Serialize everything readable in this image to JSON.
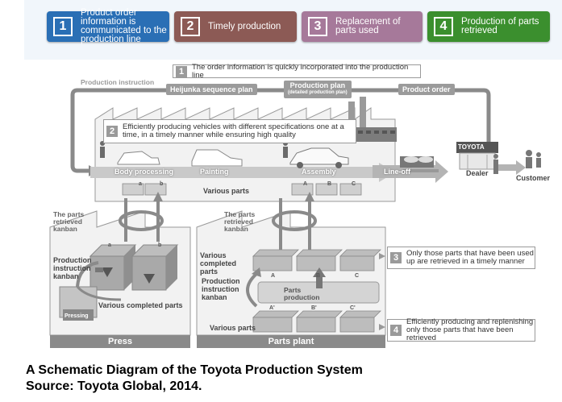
{
  "steps": [
    {
      "num": "1",
      "label": "Product order information is communicated to the production line"
    },
    {
      "num": "2",
      "label": "Timely production"
    },
    {
      "num": "3",
      "label": "Replacement of parts used"
    },
    {
      "num": "4",
      "label": "Production of parts retrieved"
    }
  ],
  "notes": {
    "n1": {
      "num": "1",
      "text": "The order information is quickly incorporated into the production line"
    },
    "n2": {
      "num": "2",
      "text": "Efficiently producing vehicles with different specifications one at a time, in a timely manner while ensuring high quality"
    },
    "n3": {
      "num": "3",
      "text": "Only those parts that have been used up are retrieved in a timely manner"
    },
    "n4": {
      "num": "4",
      "text": "Efficiently producing and replenishing only those parts that have been retrieved"
    }
  },
  "flow": {
    "production_instruction": "Production instruction",
    "heijunka": "Heijunka sequence plan",
    "production_plan": "Production plan",
    "production_plan_sub": "(detailed production plan)",
    "product_order": "Product order"
  },
  "line": {
    "body_processing": "Body processing",
    "painting": "Painting",
    "assembly": "Assembly",
    "line_off": "Line-off",
    "various_parts": "Various parts",
    "dealer_sign": "TOYOTA",
    "dealer": "Dealer",
    "customer": "Customer",
    "bin_labels": [
      "a",
      "b",
      "A",
      "B",
      "C"
    ]
  },
  "retrieval": {
    "kanban_left": "The parts retrieved kanban",
    "kanban_right": "The parts retrieved kanban"
  },
  "press": {
    "instruction_kanban": "Production instruction kanban",
    "pressing": "Pressing",
    "various_completed": "Various completed parts",
    "label": "Press",
    "bins": [
      "a",
      "b"
    ]
  },
  "parts_plant": {
    "various_completed": "Various completed parts",
    "instruction_kanban": "Production instruction kanban",
    "parts_production": "Parts production",
    "various_parts": "Various parts",
    "label": "Parts plant",
    "top_bins": [
      "A",
      "B",
      "C"
    ],
    "bottom_bins": [
      "A'",
      "B'",
      "C'"
    ]
  },
  "caption": {
    "line1": "A Schematic Diagram of the Toyota Production System",
    "line2": "Source: Toyota Global, 2014."
  }
}
